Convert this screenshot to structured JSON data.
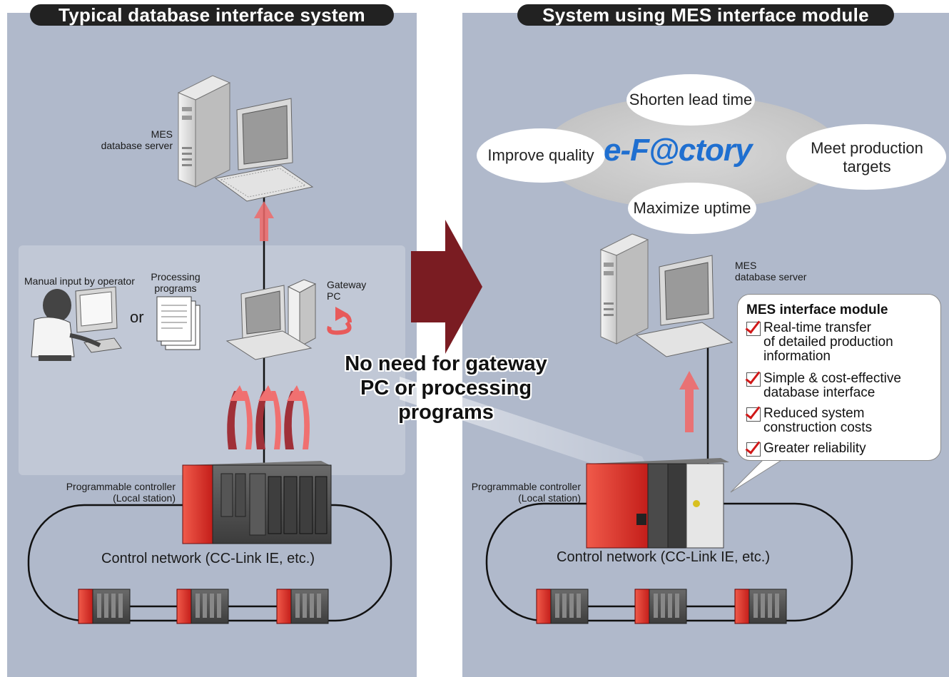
{
  "left": {
    "title": "Typical database interface system",
    "server_label_line1": "MES",
    "server_label_line2": "database server",
    "manual_input": "Manual input by operator",
    "or": "or",
    "processing_line1": "Processing",
    "processing_line2": "programs",
    "gateway_line1": "Gateway",
    "gateway_line2": "PC",
    "plc_line1": "Programmable controller",
    "plc_line2": "(Local station)",
    "network": "Control network (CC-Link IE, etc.)"
  },
  "right": {
    "title": "System using MES interface module",
    "benefits": {
      "top": "Shorten lead time",
      "left": "Improve quality",
      "right_line1": "Meet production",
      "right_line2": "targets",
      "bottom": "Maximize uptime"
    },
    "brand": "e-F@ctory",
    "server_label_line1": "MES",
    "server_label_line2": "database server",
    "callout": {
      "title": "MES interface module",
      "items": [
        {
          "line1": "Real-time transfer",
          "line2": "of detailed production",
          "line3": "information"
        },
        {
          "line1": "Simple & cost-effective",
          "line2": "database interface"
        },
        {
          "line1": "Reduced system",
          "line2": "construction costs"
        },
        {
          "line1": "Greater reliability"
        }
      ]
    },
    "plc_line1": "Programmable controller",
    "plc_line2": "(Local station)",
    "network": "Control network (CC-Link IE, etc.)"
  },
  "no_need": {
    "line1": "No need for gateway",
    "line2": "PC or processing",
    "line3": "programs"
  },
  "colors": {
    "panel": "#b0b9cb",
    "arrow": "#7a1c22",
    "data_arrow": "#f08080",
    "plc_red": "#e2312a"
  }
}
